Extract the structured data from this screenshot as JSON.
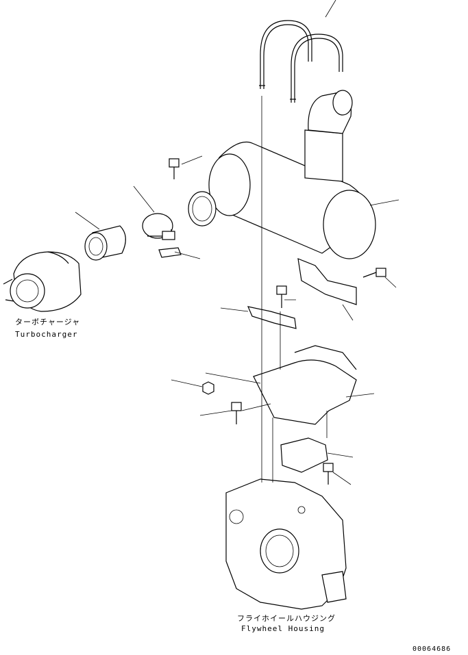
{
  "labels": {
    "turbocharger_jp": "ターボチャージャ",
    "turbocharger_en": "Turbocharger",
    "flywheel_jp": "フライホイールハウジング",
    "flywheel_en": "Flywheel Housing",
    "drawing_number": "00064686"
  },
  "colors": {
    "line": "#000000",
    "background": "#ffffff"
  }
}
